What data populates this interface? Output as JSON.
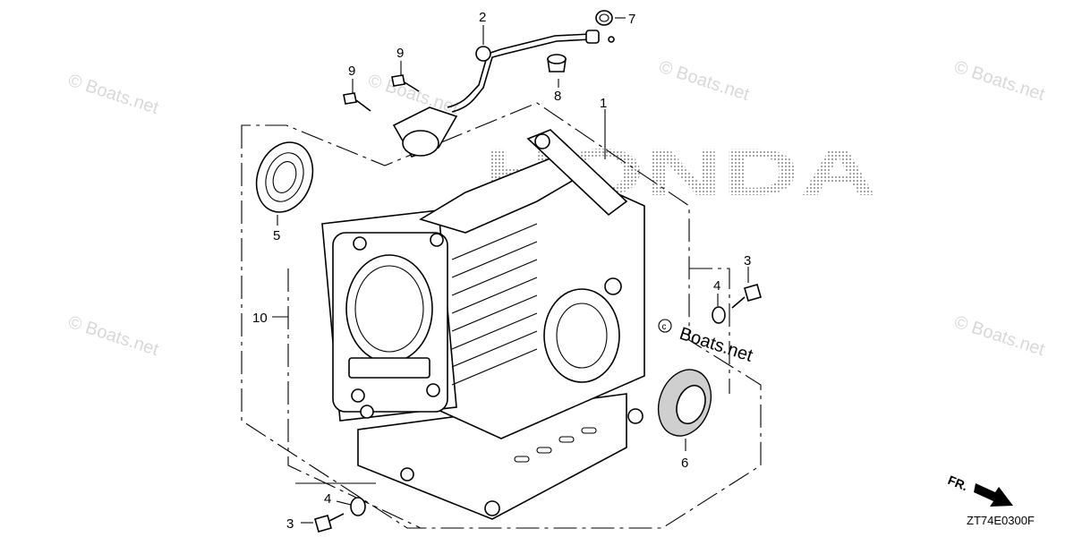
{
  "brand": "HONDA",
  "watermark": "© Boats.net",
  "diagram_code": "ZT74E0300F",
  "direction_label": "FR.",
  "callouts": [
    {
      "number": "1",
      "part": "cylinder-barrel"
    },
    {
      "number": "2",
      "part": "oil-level-switch"
    },
    {
      "number": "3",
      "part": "bolt-upper"
    },
    {
      "number": "3",
      "part": "bolt-lower"
    },
    {
      "number": "4",
      "part": "washer-upper"
    },
    {
      "number": "4",
      "part": "washer-lower"
    },
    {
      "number": "5",
      "part": "bearing"
    },
    {
      "number": "6",
      "part": "oil-seal"
    },
    {
      "number": "7",
      "part": "o-ring"
    },
    {
      "number": "8",
      "part": "grommet"
    },
    {
      "number": "9",
      "part": "bolt-left"
    },
    {
      "number": "9",
      "part": "bolt-right"
    },
    {
      "number": "10",
      "part": "cylinder-assembly"
    }
  ]
}
